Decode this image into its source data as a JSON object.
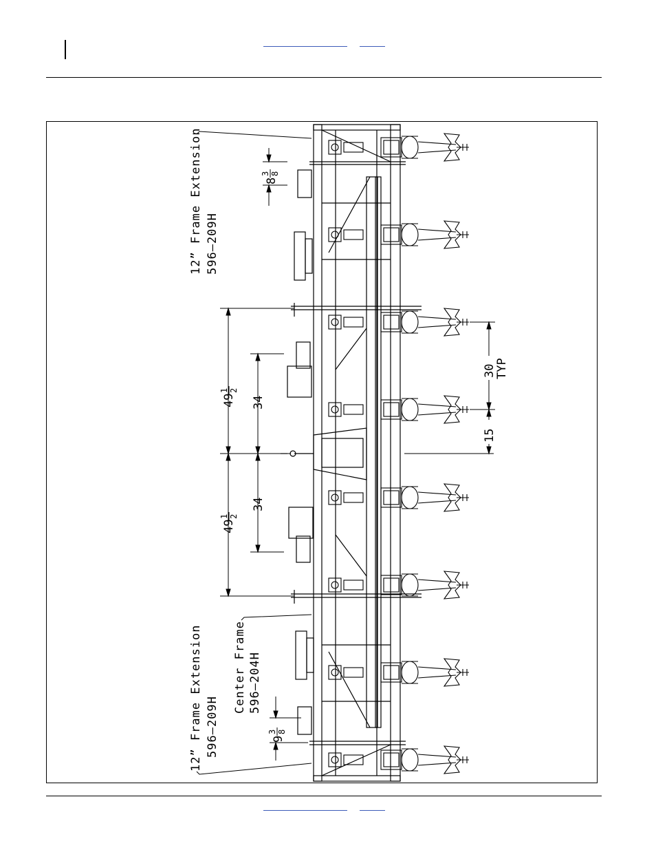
{
  "header": {
    "links": [
      "",
      ""
    ]
  },
  "footer": {
    "links": [
      "",
      ""
    ]
  },
  "drawing": {
    "labels": {
      "frame_ext_top_line1": "12”  Frame  Extension",
      "frame_ext_top_line2": "596–209H",
      "frame_ext_bottom_line1": "12”  Frame  Extension",
      "frame_ext_bottom_line2": "596–209H",
      "center_frame_line1": "Center  Frame",
      "center_frame_line2": "596–204H"
    },
    "dimensions": {
      "upper_49_whole": "49",
      "upper_49_num": "1",
      "upper_49_den": "2",
      "lower_49_whole": "49",
      "lower_49_num": "1",
      "lower_49_den": "2",
      "upper_34": "34",
      "lower_34": "34",
      "top_3_8_num": "3",
      "top_3_8_whole": "8",
      "top_3_8_den": "8",
      "bottom_9_3_8_whole": "9",
      "bottom_9_3_8_num": "3",
      "bottom_9_3_8_den": "8",
      "spacing_30": "30",
      "spacing_typ": "TYP",
      "spacing_15": "15"
    }
  }
}
